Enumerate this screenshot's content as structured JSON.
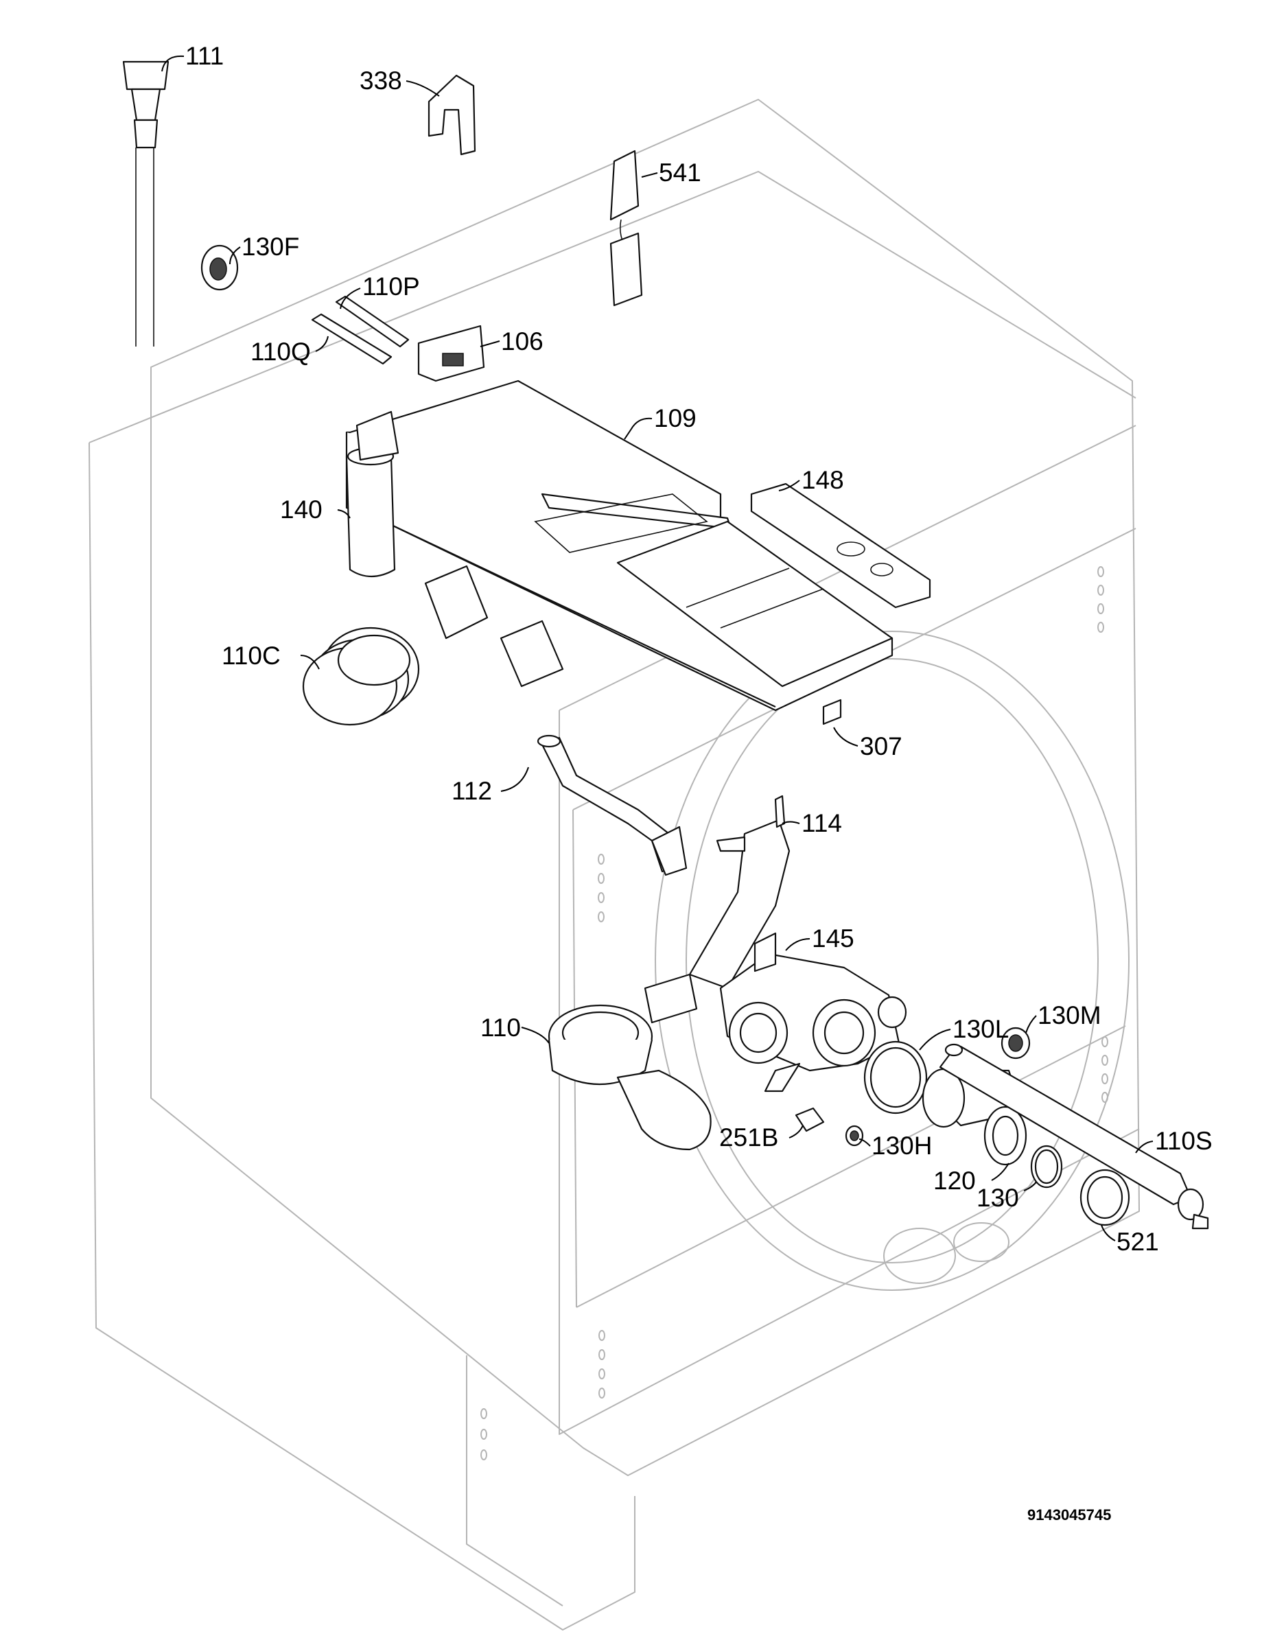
{
  "diagram": {
    "document_number": "9143045745",
    "callouts": [
      {
        "id": "111",
        "label": "111"
      },
      {
        "id": "338",
        "label": "338"
      },
      {
        "id": "541",
        "label": "541"
      },
      {
        "id": "130F",
        "label": "130F"
      },
      {
        "id": "110P",
        "label": "110P"
      },
      {
        "id": "110Q",
        "label": "110Q"
      },
      {
        "id": "106",
        "label": "106"
      },
      {
        "id": "109",
        "label": "109"
      },
      {
        "id": "148",
        "label": "148"
      },
      {
        "id": "140",
        "label": "140"
      },
      {
        "id": "110C",
        "label": "110C"
      },
      {
        "id": "307",
        "label": "307"
      },
      {
        "id": "112",
        "label": "112"
      },
      {
        "id": "114",
        "label": "114"
      },
      {
        "id": "145",
        "label": "145"
      },
      {
        "id": "110",
        "label": "110"
      },
      {
        "id": "130L",
        "label": "130L"
      },
      {
        "id": "130M",
        "label": "130M"
      },
      {
        "id": "251B",
        "label": "251B"
      },
      {
        "id": "130H",
        "label": "130H"
      },
      {
        "id": "110S",
        "label": "110S"
      },
      {
        "id": "120",
        "label": "120"
      },
      {
        "id": "130",
        "label": "130"
      },
      {
        "id": "521",
        "label": "521"
      }
    ]
  }
}
